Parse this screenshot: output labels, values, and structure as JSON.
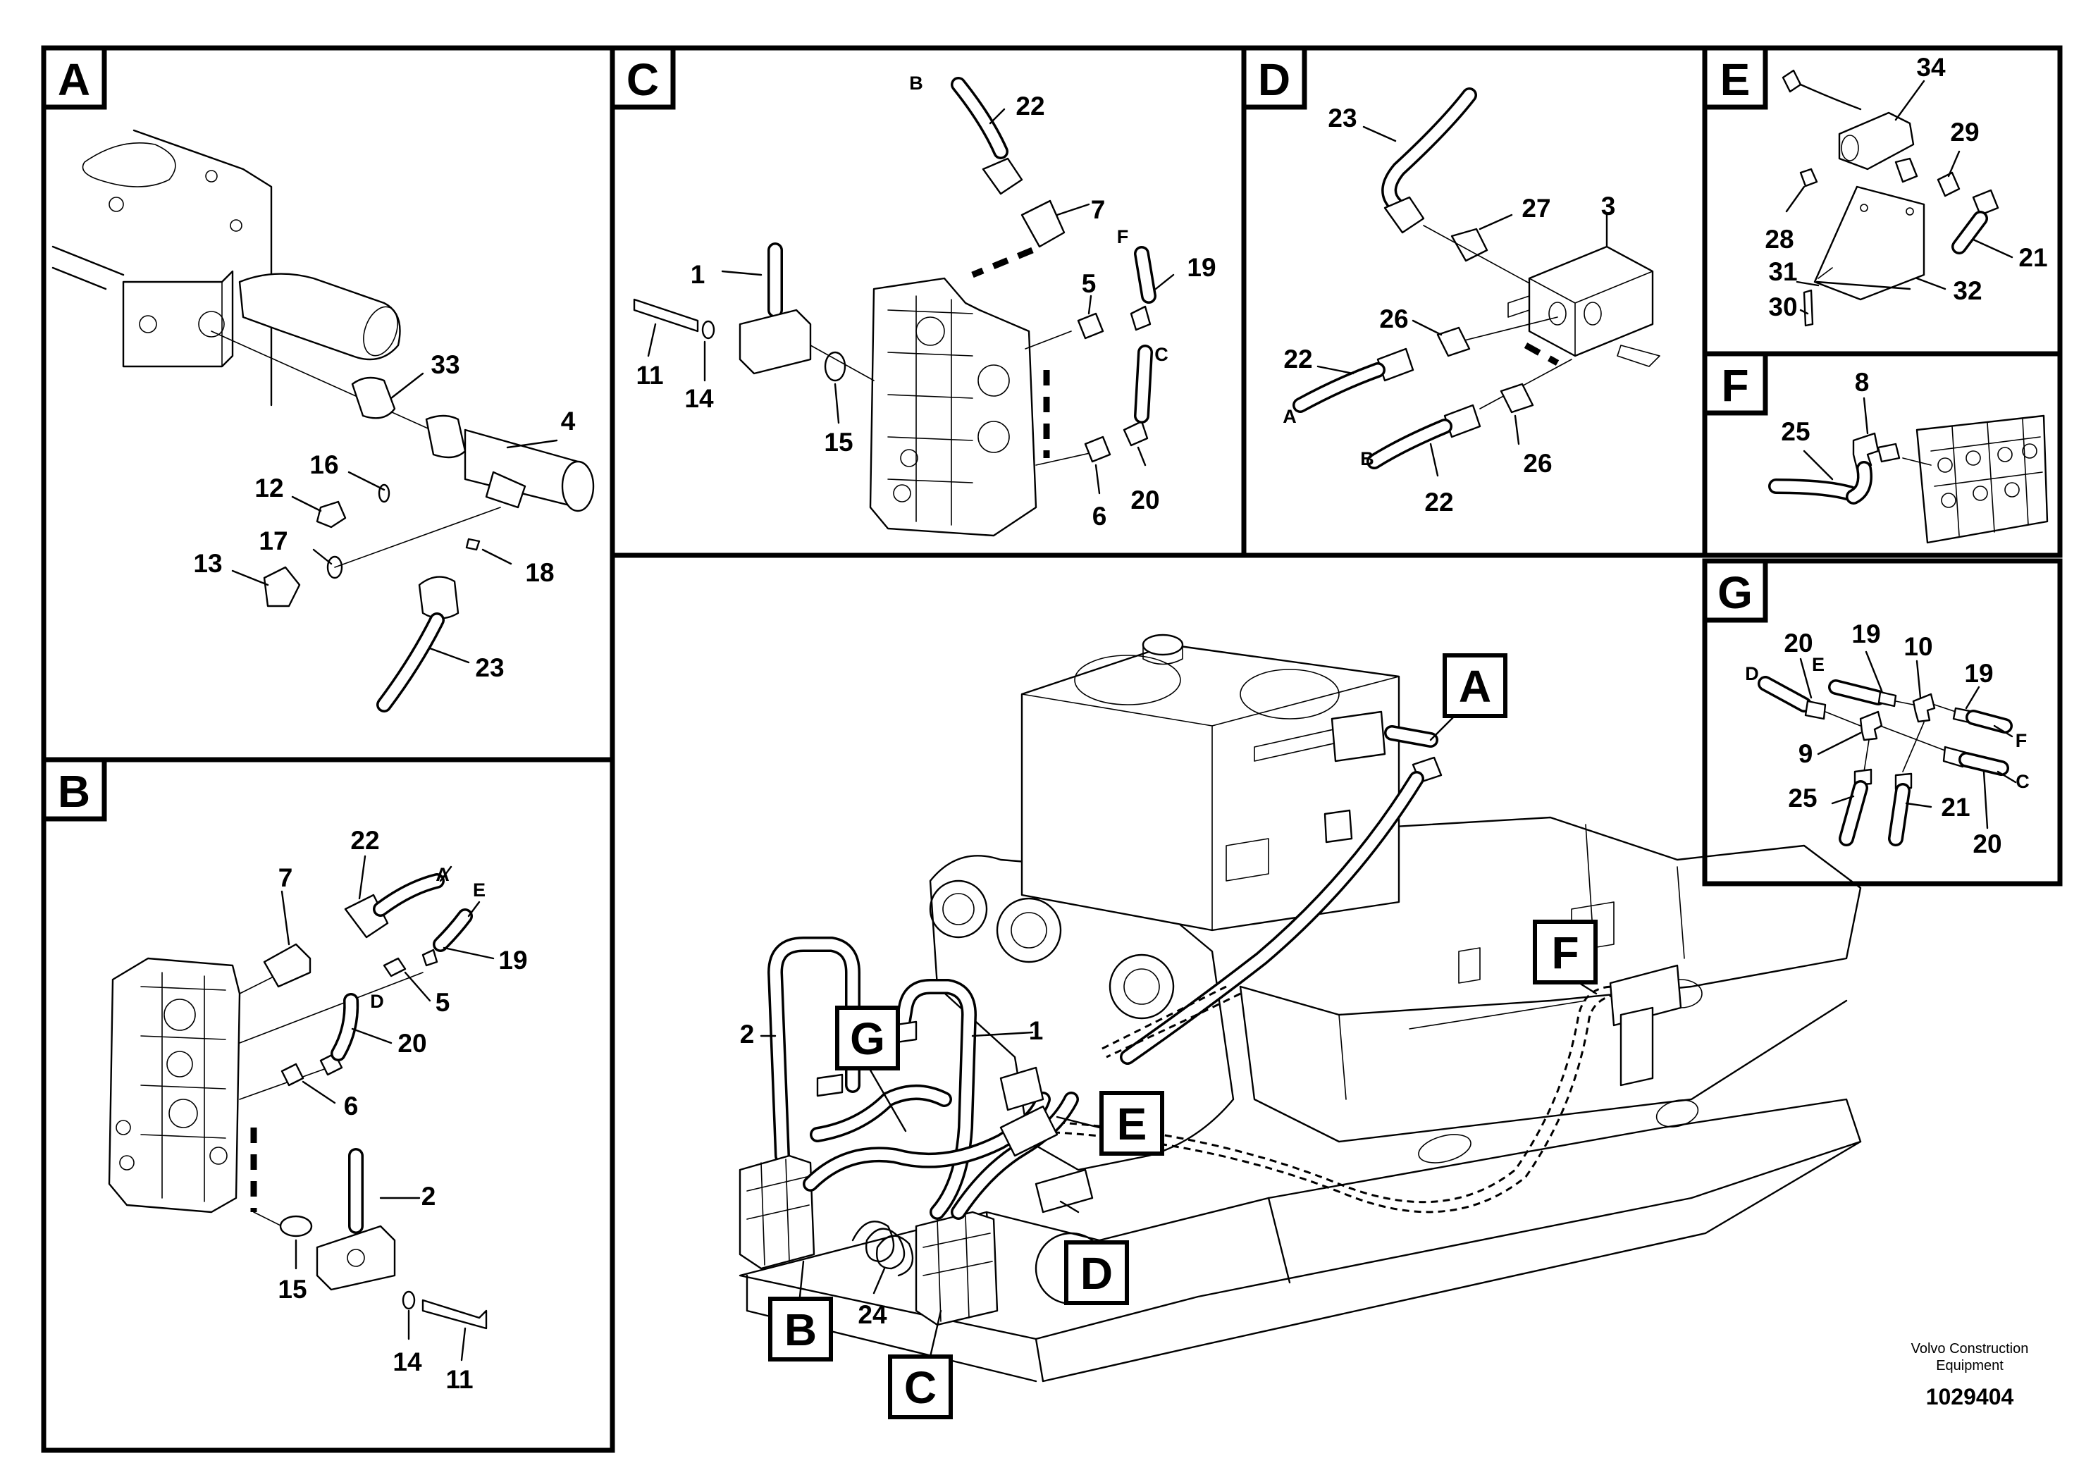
{
  "panels": {
    "A": {
      "letter": "A",
      "labels": [
        "33",
        "4",
        "16",
        "12",
        "17",
        "13",
        "18",
        "23"
      ]
    },
    "B": {
      "letter": "B",
      "labels": [
        "22",
        "A",
        "7",
        "E",
        "19",
        "D",
        "5",
        "20",
        "6",
        "2",
        "15",
        "14",
        "11"
      ]
    },
    "C": {
      "letter": "C",
      "labels": [
        "B",
        "22",
        "7",
        "F",
        "19",
        "1",
        "5",
        "11",
        "14",
        "15",
        "C",
        "6",
        "20"
      ]
    },
    "D": {
      "letter": "D",
      "labels": [
        "23",
        "27",
        "3",
        "26",
        "22",
        "A",
        "B",
        "22",
        "26"
      ]
    },
    "E": {
      "letter": "E",
      "labels": [
        "34",
        "29",
        "28",
        "21",
        "31",
        "30",
        "32"
      ]
    },
    "F": {
      "letter": "F",
      "labels": [
        "8",
        "25"
      ]
    },
    "G": {
      "letter": "G",
      "labels": [
        "20",
        "19",
        "D",
        "E",
        "10",
        "19",
        "9",
        "F",
        "25",
        "21",
        "C",
        "20"
      ]
    },
    "main": {
      "callouts": [
        "A",
        "F",
        "G",
        "E",
        "D",
        "B",
        "C"
      ],
      "labels": [
        "2",
        "1",
        "24"
      ]
    }
  },
  "footer": {
    "brand": "Volvo Construction Equipment",
    "brand_line1": "Volvo Construction",
    "brand_line2": "Equipment",
    "drawing_number": "1029404"
  }
}
